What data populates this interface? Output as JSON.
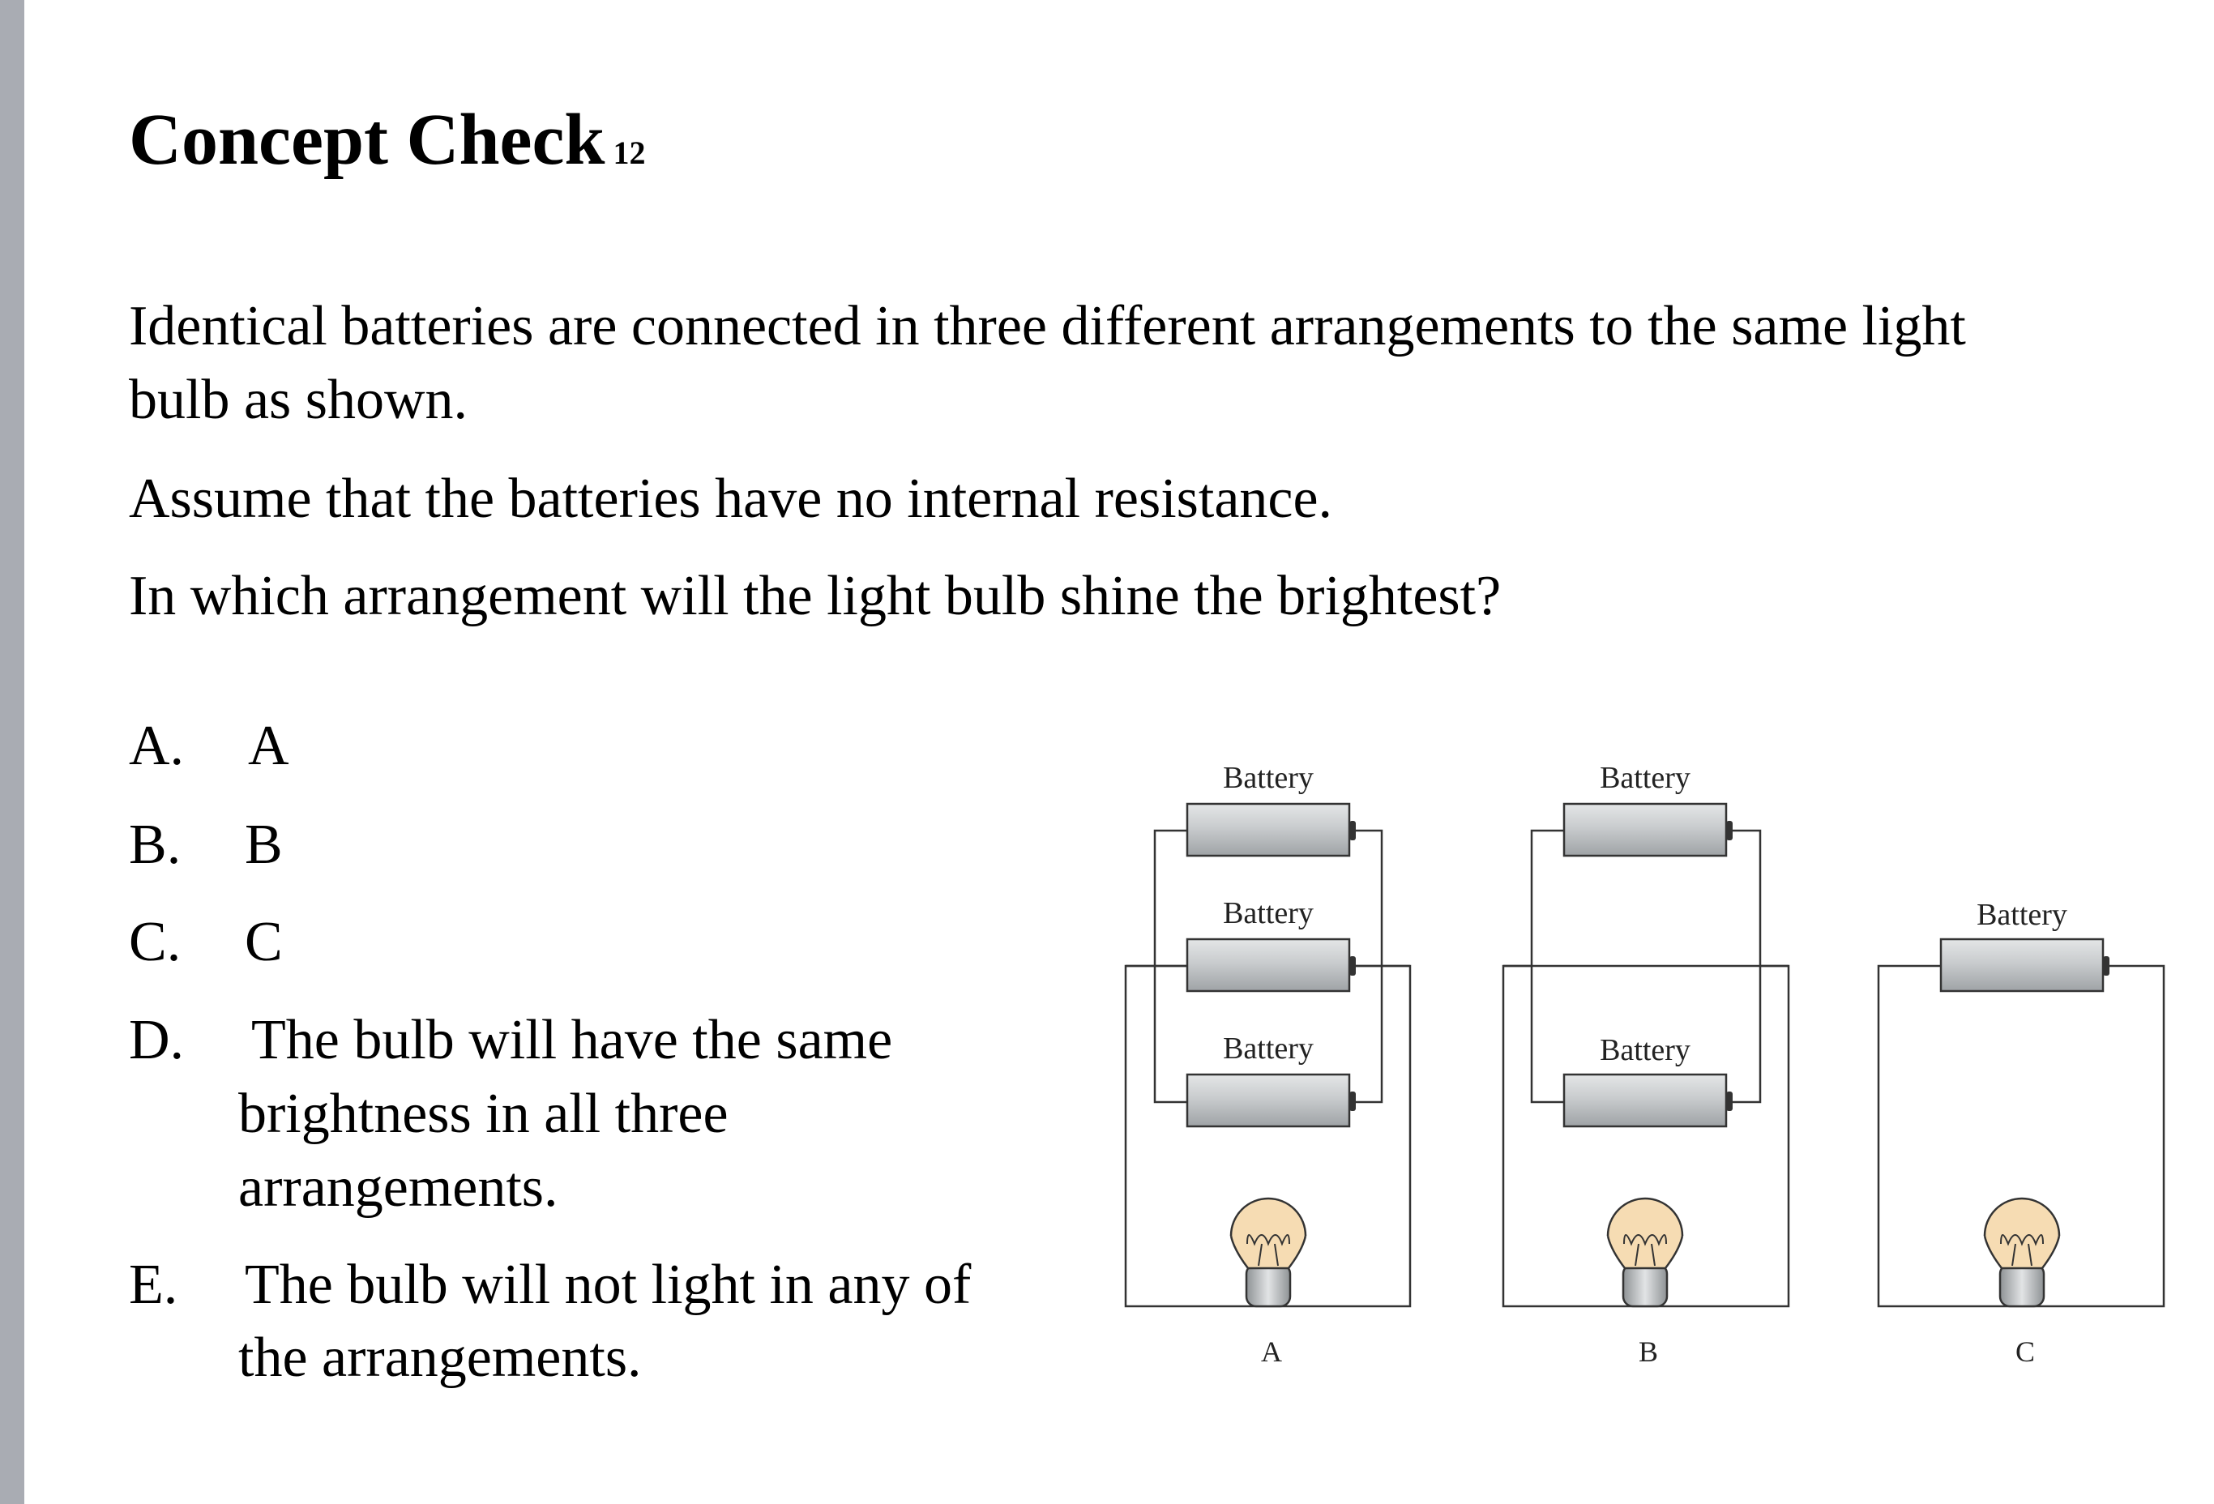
{
  "title": "Concept Check",
  "title_number": "12",
  "paragraphs": [
    "Identical batteries are connected in three different arrangements to the same light",
    "bulb as shown.",
    "Assume that the batteries have no internal resistance.",
    "In which arrangement will the light bulb shine the brightest?"
  ],
  "options": [
    {
      "letter": "A.",
      "lines": [
        "A"
      ]
    },
    {
      "letter": "B.",
      "lines": [
        "B"
      ]
    },
    {
      "letter": "C.",
      "lines": [
        "C"
      ]
    },
    {
      "letter": "D.",
      "lines": [
        "The bulb will have the same",
        "brightness in all three",
        "arrangements."
      ]
    },
    {
      "letter": "E.",
      "lines": [
        "The bulb will not light in any of",
        "the arrangements."
      ]
    }
  ],
  "diagram": {
    "battery_label": "Battery",
    "circuit_labels": [
      "A",
      "B",
      "C"
    ],
    "colors": {
      "battery_fill": "#c9ccce",
      "bulb_glass": "#f6dcb3",
      "bulb_base": "#b9bcbf",
      "wire": "#333333"
    }
  }
}
